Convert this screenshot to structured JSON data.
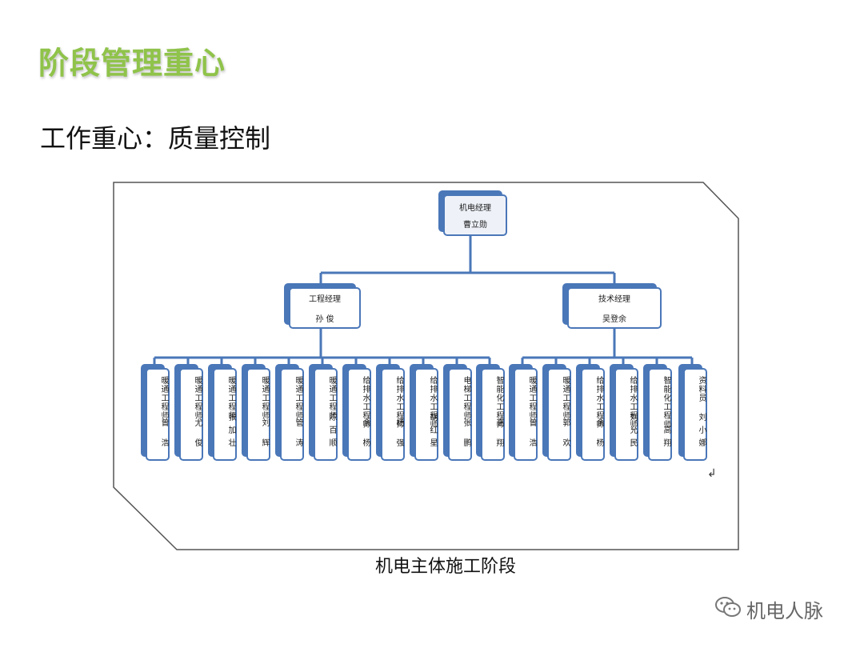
{
  "title": "阶段管理重心",
  "subtitle": "工作重心：质量控制",
  "caption": "机电主体施工阶段",
  "watermark": "机电人脉",
  "colors": {
    "title_green": "#8fc34a",
    "box_border": "#4a77b8",
    "connector": "#4a77b8"
  },
  "org_chart": {
    "top": {
      "role": "机电经理",
      "name": "曹立勋"
    },
    "managers": [
      {
        "role": "工程经理",
        "name": "孙 俊",
        "staff": [
          {
            "role": "暖通工程师",
            "name": "曾 浩"
          },
          {
            "role": "暖通工程师",
            "name": "尤 俊"
          },
          {
            "role": "暖通工程师",
            "name": "张加壮"
          },
          {
            "role": "暖通工程师",
            "name": "刘 辉"
          },
          {
            "role": "暖通工程师",
            "name": "管 涛"
          },
          {
            "role": "暖通工程师",
            "name": "陈百顺"
          },
          {
            "role": "给排水工程师",
            "name": "余 杨"
          },
          {
            "role": "给排水工程师",
            "name": "杨 强"
          },
          {
            "role": "给排水工程师",
            "name": "胡红星"
          },
          {
            "role": "电梯工程师",
            "name": "张 鹏"
          },
          {
            "role": "智能化工程师",
            "name": "高 翔"
          }
        ]
      },
      {
        "role": "技术经理",
        "name": "吴登余",
        "staff": [
          {
            "role": "暖通工程师",
            "name": "曾 浩"
          },
          {
            "role": "暖通工程师",
            "name": "郭 欢"
          },
          {
            "role": "给排水工程师",
            "name": "余 杨"
          },
          {
            "role": "给排水工程师",
            "name": "刘允民"
          },
          {
            "role": "智能化工程师",
            "name": "高翔"
          },
          {
            "role": "资料员",
            "name": "刘小娜"
          }
        ]
      }
    ]
  }
}
